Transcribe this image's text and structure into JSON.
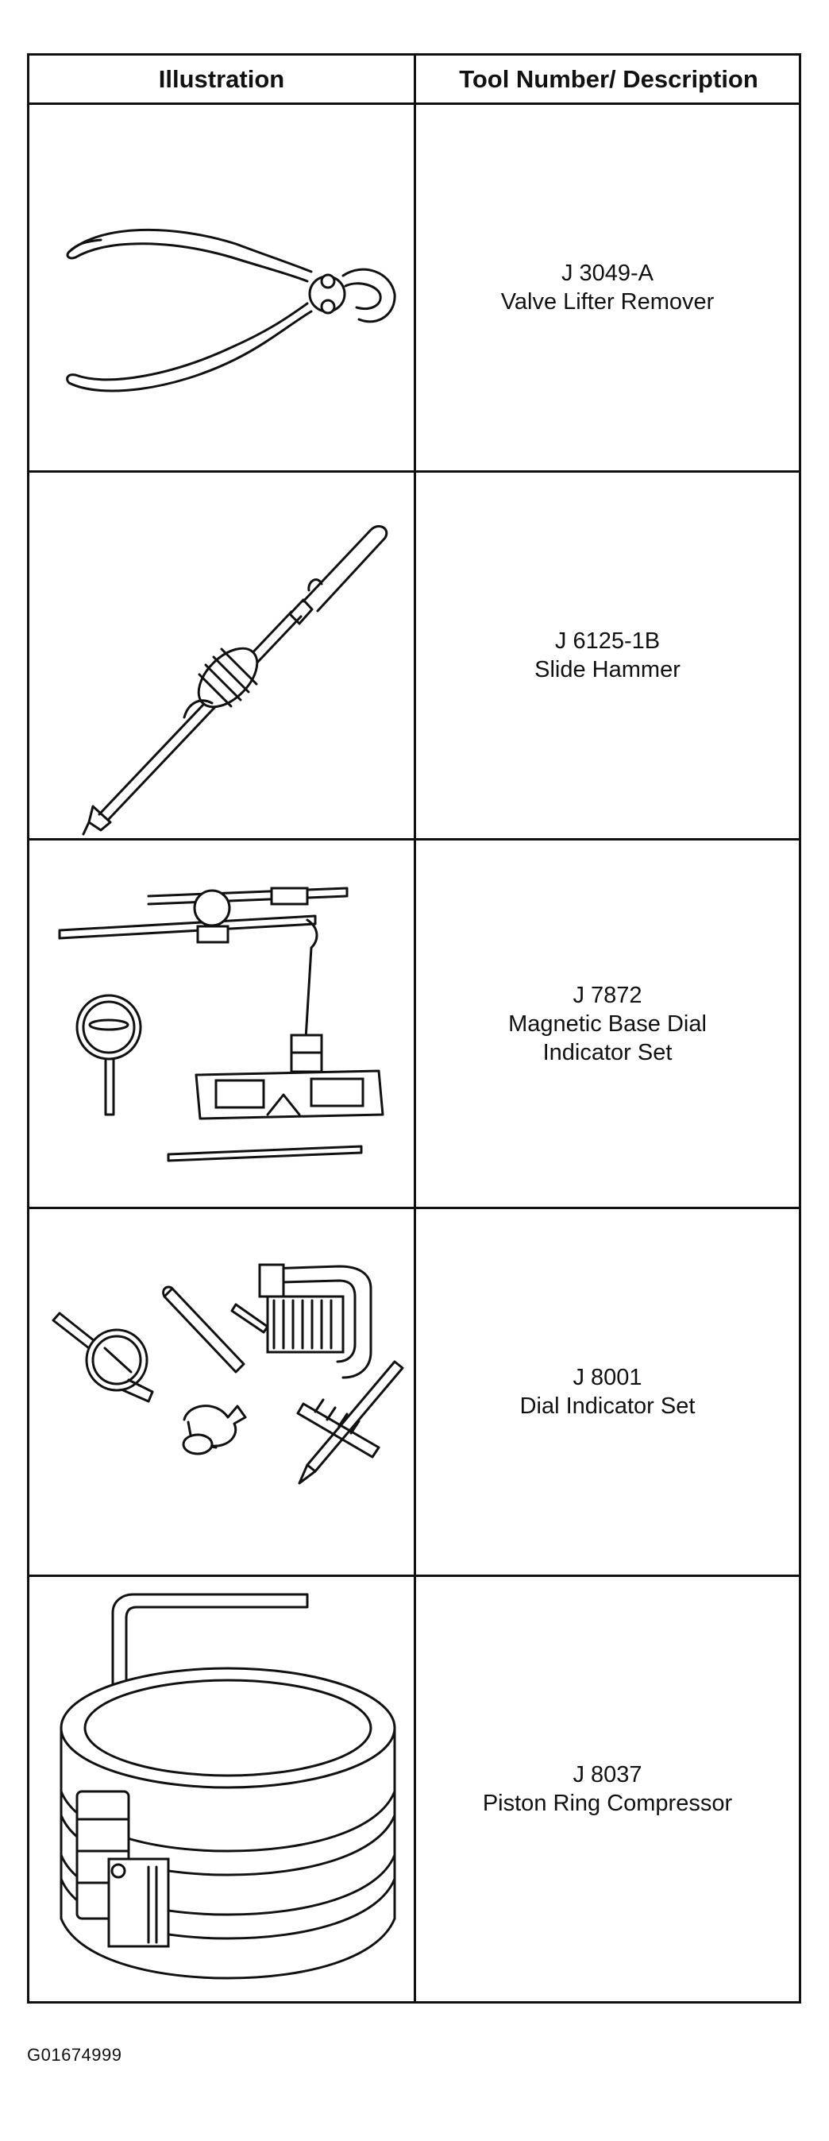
{
  "table": {
    "headers": {
      "illustration": "Illustration",
      "tool": "Tool Number/ Description"
    },
    "rows": [
      {
        "number": "J 3049-A",
        "description": "Valve Lifter Remover",
        "icon": "valve-lifter-remover-drawing"
      },
      {
        "number": "J 6125-1B",
        "description": "Slide Hammer",
        "icon": "slide-hammer-drawing"
      },
      {
        "number": "J 7872",
        "description": "Magnetic Base Dial\nIndicator Set",
        "icon": "magnetic-base-dial-indicator-drawing"
      },
      {
        "number": "J 8001",
        "description": "Dial Indicator Set",
        "icon": "dial-indicator-set-drawing"
      },
      {
        "number": "J 8037",
        "description": "Piston Ring Compressor",
        "icon": "piston-ring-compressor-drawing"
      }
    ]
  },
  "figure_id": "G01674999"
}
